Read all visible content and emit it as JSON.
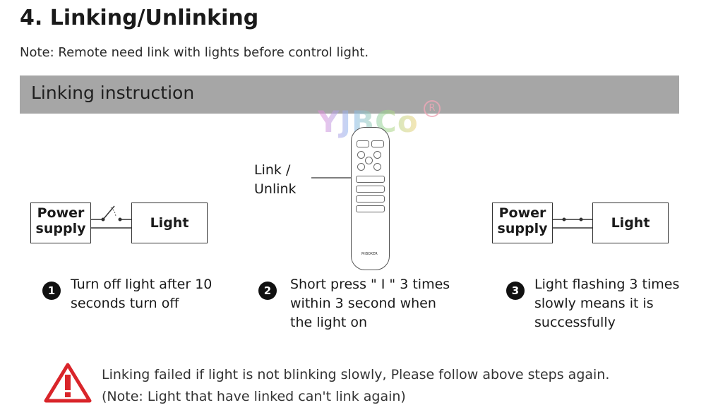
{
  "header": {
    "title": "4. Linking/Unlinking",
    "note": "Note: Remote need link with lights before control light."
  },
  "section": {
    "title": "Linking instruction"
  },
  "logo": {
    "text": "YJBCo",
    "reg": "R"
  },
  "diagram_left": {
    "power": [
      "Power",
      "supply"
    ],
    "light": "Light"
  },
  "diagram_right": {
    "power": [
      "Power",
      "supply"
    ],
    "light": "Light"
  },
  "remote": {
    "link_label": [
      "Link /",
      "Unlink"
    ],
    "brand": "MiBOXER"
  },
  "steps": [
    {
      "num": "1",
      "lines": [
        "Turn off light after 10",
        "seconds turn off"
      ]
    },
    {
      "num": "2",
      "lines": [
        "Short press \" I \" 3 times",
        "within 3 second when",
        "the light on"
      ]
    },
    {
      "num": "3",
      "lines": [
        "Light flashing 3 times",
        "slowly means it is",
        "successfully"
      ]
    }
  ],
  "warning": {
    "line1": "Linking failed if light is not blinking slowly, Please follow above steps again.",
    "line2": "(Note: Light that have linked can't link again)"
  },
  "colors": {
    "bar": "#a6a6a6",
    "warning": "#d9252a"
  }
}
